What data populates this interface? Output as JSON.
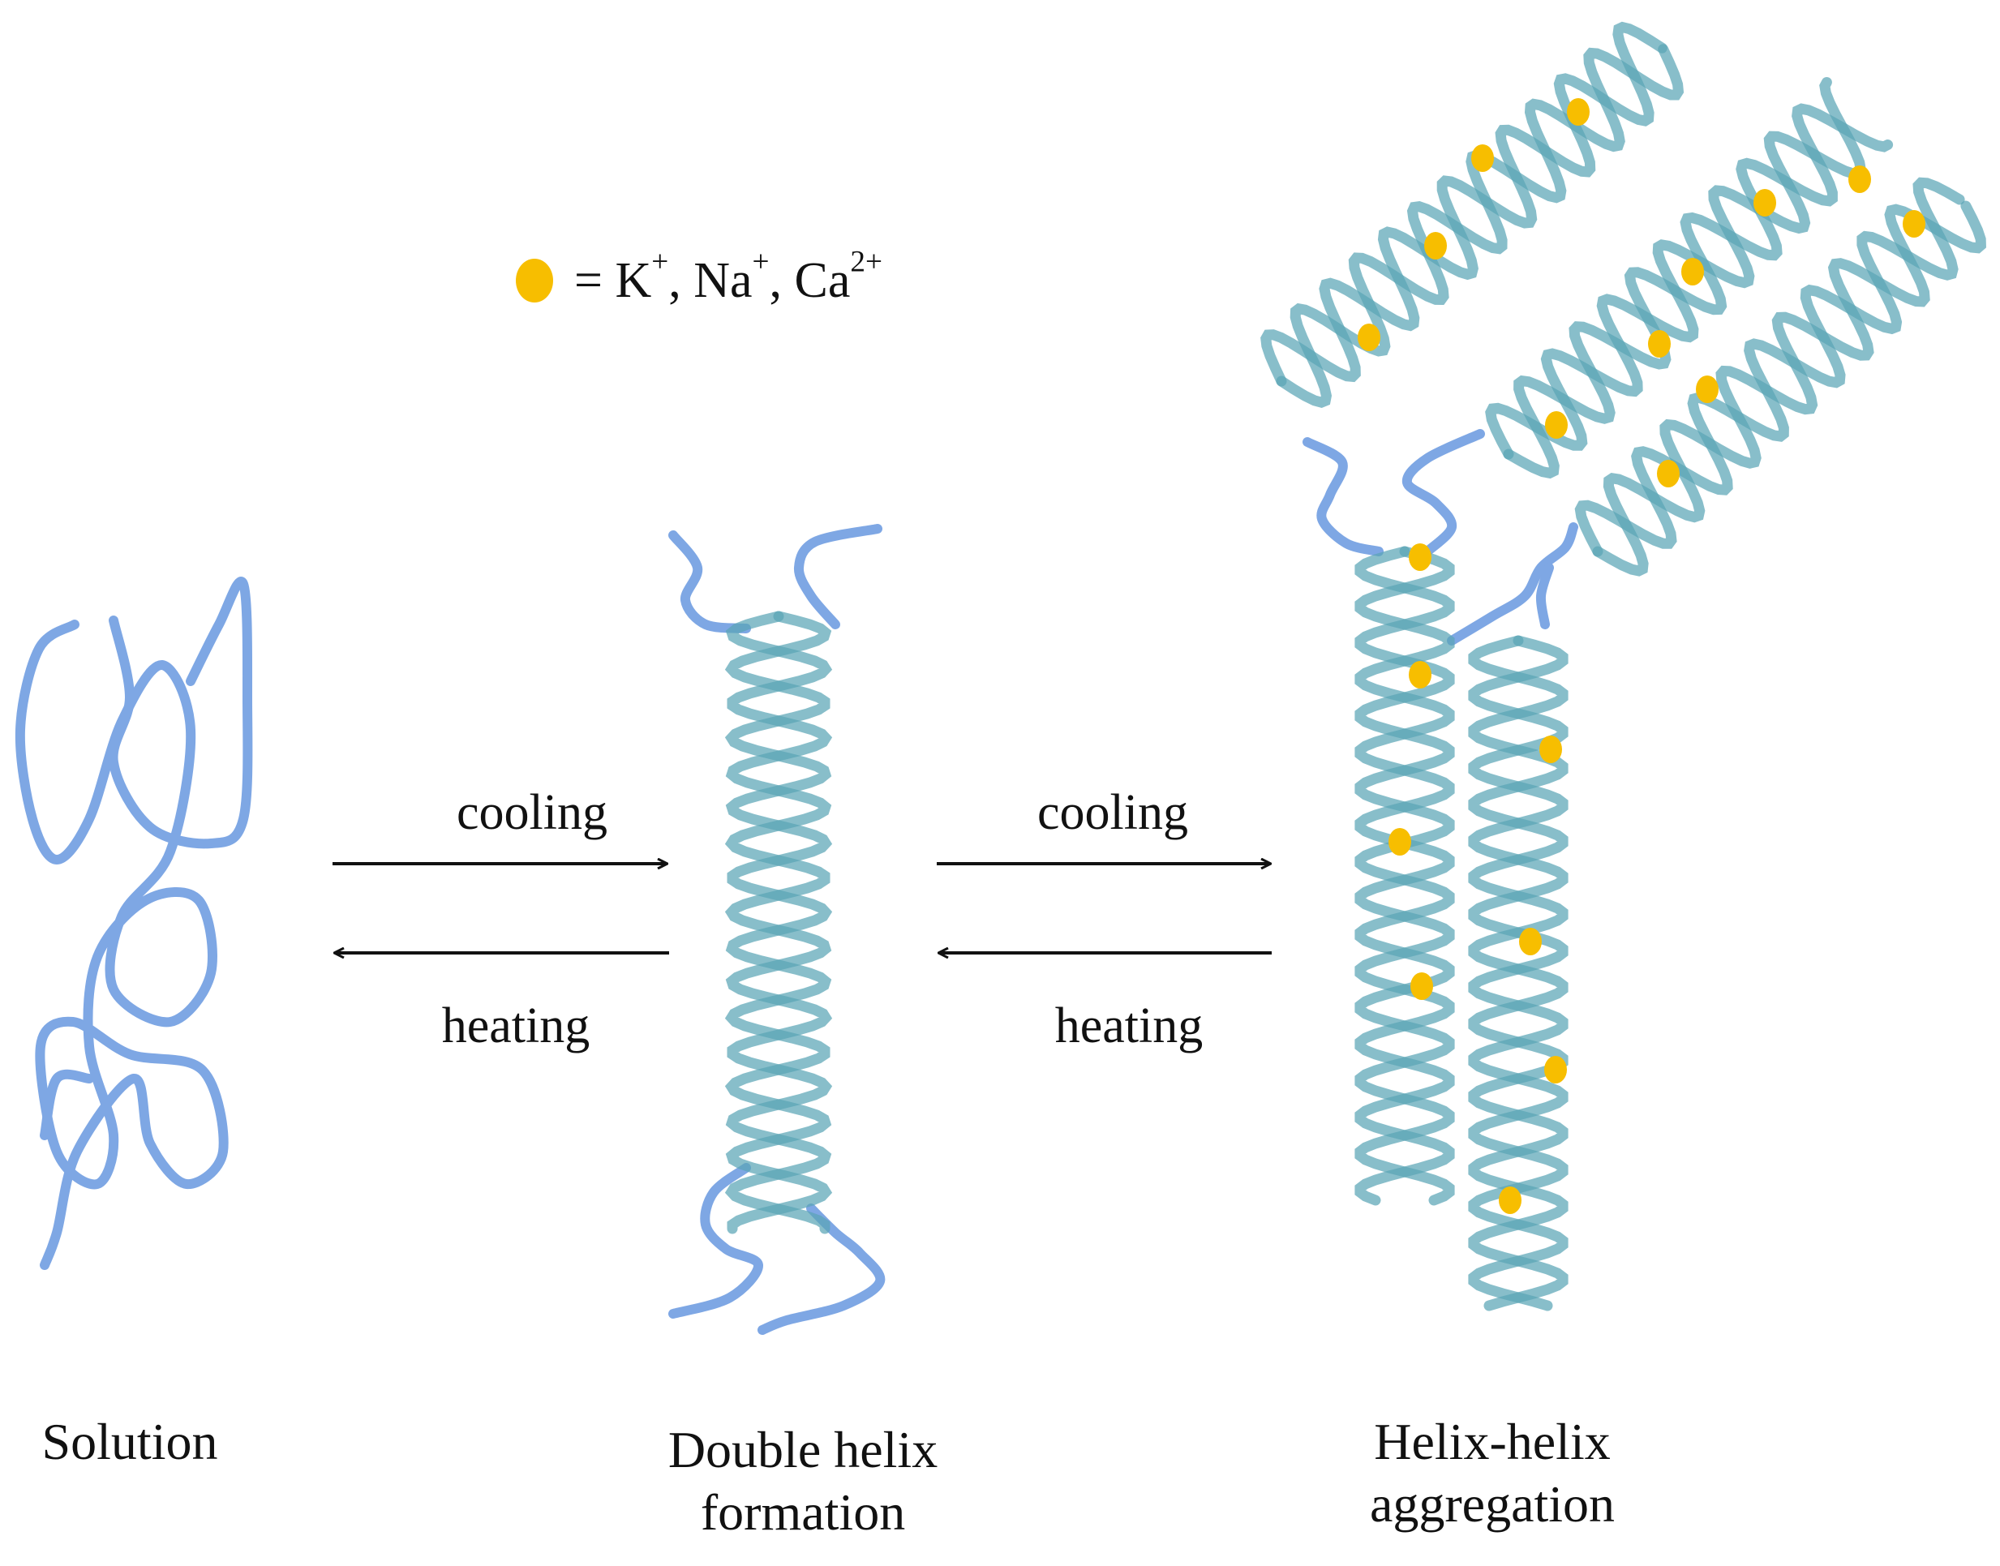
{
  "legend": {
    "prefix": "= ",
    "ions": [
      {
        "symbol": "K",
        "charge": "+"
      },
      {
        "symbol": "Na",
        "charge": "+"
      },
      {
        "symbol": "Ca",
        "charge": "2+"
      }
    ],
    "ion_color": "#F7BE00"
  },
  "arrows": [
    {
      "forward_label": "cooling",
      "reverse_label": "heating"
    },
    {
      "forward_label": "cooling",
      "reverse_label": "heating"
    }
  ],
  "stages": [
    {
      "line1": "Solution",
      "line2": ""
    },
    {
      "line1": "Double helix",
      "line2": "formation"
    },
    {
      "line1": "Helix-helix",
      "line2": "aggregation"
    }
  ],
  "colors": {
    "coil": "#7EA7E4",
    "helix": "#5AA5B5",
    "ion": "#F7BE00",
    "arrow": "#111111"
  }
}
